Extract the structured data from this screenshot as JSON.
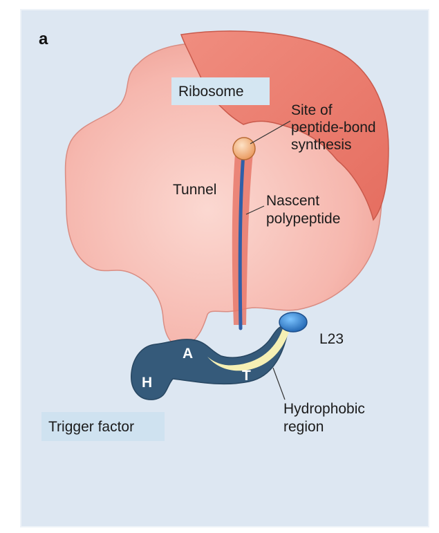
{
  "figure": {
    "panel_letter": "a",
    "labels": {
      "ribosome": "Ribosome",
      "site_line1": "Site of",
      "site_line2": "peptide-bond",
      "site_line3": "synthesis",
      "tunnel": "Tunnel",
      "nascent_line1": "Nascent",
      "nascent_line2": "polypeptide",
      "l23": "L23",
      "hydrophobic_line1": "Hydrophobic",
      "hydrophobic_line2": "region",
      "trigger_factor": "Trigger factor"
    },
    "domains": {
      "a": "A",
      "h": "H",
      "t": "T"
    }
  },
  "colors": {
    "background": "#dde7f2",
    "ribosome_light": "#f7bcb4",
    "ribosome_dark": "#ea7f71",
    "tunnel": "#e8786a",
    "polypeptide": "#2f5fa8",
    "trigger_factor": "#355a7a",
    "hydrophobic": "#f6f0b4",
    "l23": "#2e7fd0",
    "peptide_site": "#f3b07a"
  }
}
